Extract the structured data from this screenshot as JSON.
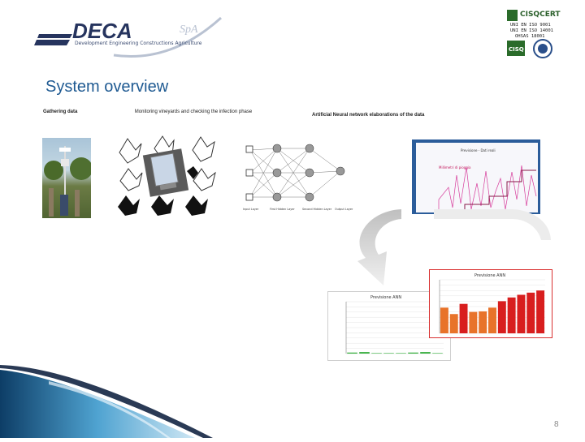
{
  "logo": {
    "text": "DECA",
    "script_text": "SpA",
    "subtitle": "Development Engineering Constructions Agriculture"
  },
  "certification": {
    "name": "CISQCERT",
    "lines": [
      "UNI EN ISO 9001",
      "UNI EN ISO 14001",
      "OHSAS 18001"
    ],
    "badge": "CISQ"
  },
  "slide": {
    "title": "System overview",
    "page_number": "8"
  },
  "captions": {
    "gathering": "Gathering data",
    "monitoring": "Monitoring vineyards and checking the infection phase",
    "ann": "Artificial Neural network elaborations of the data"
  },
  "nn_layers": [
    "Input Layer",
    "First Hidden Layer",
    "Second Hidden Layer",
    "Output Layer"
  ],
  "screen_labels": [
    "Previsione - Dati reali",
    "Millimetri di pioggia"
  ],
  "chart_data": [
    {
      "type": "bar",
      "title": "Previsione ANN",
      "ylim": [
        0,
        100
      ],
      "series": [
        {
          "values": [
            2,
            3,
            1,
            1,
            1,
            2,
            3,
            1
          ]
        }
      ],
      "colors": {
        "bars": "#3cb043",
        "grid": "#dddddd"
      }
    },
    {
      "type": "bar",
      "title": "Previsione ANN",
      "ylim": [
        0,
        100
      ],
      "series": [
        {
          "values": [
            48,
            36,
            55,
            40,
            41,
            48,
            60,
            67,
            72,
            76,
            80
          ]
        }
      ],
      "colors": {
        "bars": "#e8732a",
        "highlight": "#d81e1e",
        "grid": "#dddddd"
      }
    }
  ],
  "colors": {
    "title": "#1f5a92",
    "accent_dark": "#0d3d66",
    "accent_light": "#4fa3d1"
  }
}
